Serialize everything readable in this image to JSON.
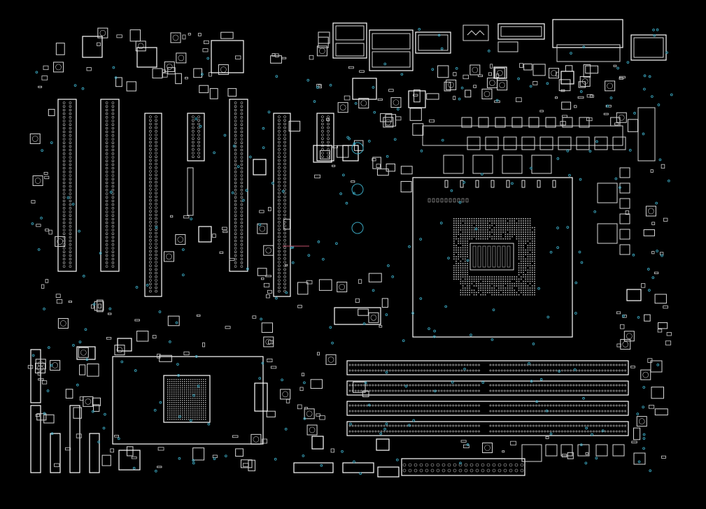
{
  "colors": {
    "background": "#000000",
    "silkscreen": "#d8d8d8",
    "via": "#3aa7c0",
    "marker": "#c0506a"
  },
  "board": {
    "component_groups": [
      "cpu-socket",
      "memory-slots",
      "expansion-slots",
      "chipset",
      "rear-io-connectors",
      "power-phase-components",
      "bottom-headers"
    ]
  }
}
